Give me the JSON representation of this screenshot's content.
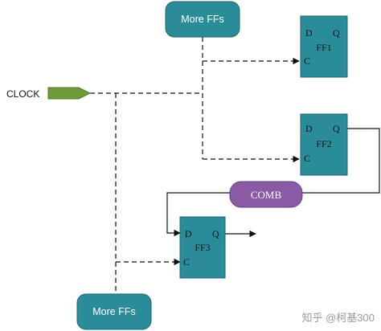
{
  "colors": {
    "teal": "#2a8c99",
    "teal_stroke": "#1d6670",
    "purple": "#8a5aa6",
    "purple_stroke": "#6a4482",
    "green": "#6e9a37",
    "green_stroke": "#557a28",
    "wire": "#111111"
  },
  "clock": {
    "label": "CLOCK"
  },
  "more_ffs_top": {
    "label": "More FFs"
  },
  "more_ffs_bottom": {
    "label": "More FFs"
  },
  "comb": {
    "label": "COMB"
  },
  "ff1": {
    "name": "FF1",
    "d": "D",
    "q": "Q",
    "c": "C"
  },
  "ff2": {
    "name": "FF2",
    "d": "D",
    "q": "Q",
    "c": "C"
  },
  "ff3": {
    "name": "FF3",
    "d": "D",
    "q": "Q",
    "c": "C"
  },
  "watermark": {
    "text": "知乎 @柯基300"
  }
}
